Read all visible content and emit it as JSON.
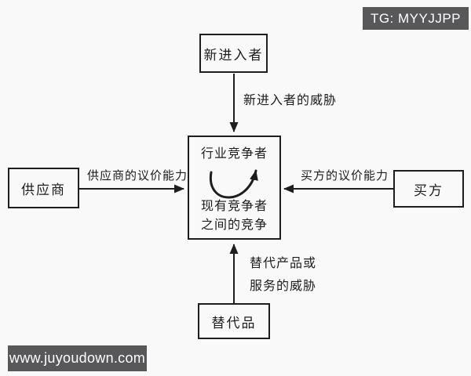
{
  "watermarks": {
    "top_right": "TG: MYYJJPP",
    "bottom_left": "www.juyoudown.com"
  },
  "colors": {
    "background": "#f9f9f9",
    "line": "#1e1e1e",
    "text": "#1d1d1d",
    "watermark_bg": "#58585a",
    "watermark_text": "#ffffff"
  },
  "diagram": {
    "title_implicit": "五力模型 (Five Forces diagram)",
    "nodes": {
      "new_entrants": {
        "label": "新进入者"
      },
      "suppliers": {
        "label": "供应商"
      },
      "buyers": {
        "label": "买方"
      },
      "substitutes": {
        "label": "替代品"
      },
      "industry_competitors": {
        "title": "行业竞争者",
        "caption_line1": "现有竞争者",
        "caption_line2": "之间的竞争"
      }
    },
    "edges": {
      "new_entrants_threat": {
        "label": "新进入者的威胁",
        "from": "new_entrants",
        "to": "industry_competitors",
        "direction": "down"
      },
      "supplier_power": {
        "label": "供应商的议价能力",
        "from": "suppliers",
        "to": "industry_competitors",
        "direction": "right"
      },
      "buyer_power": {
        "label": "买方的议价能力",
        "from": "buyers",
        "to": "industry_competitors",
        "direction": "left"
      },
      "substitute_threat": {
        "label_line1": "替代产品或",
        "label_line2": "服务的威胁",
        "from": "substitutes",
        "to": "industry_competitors",
        "direction": "up"
      }
    }
  }
}
